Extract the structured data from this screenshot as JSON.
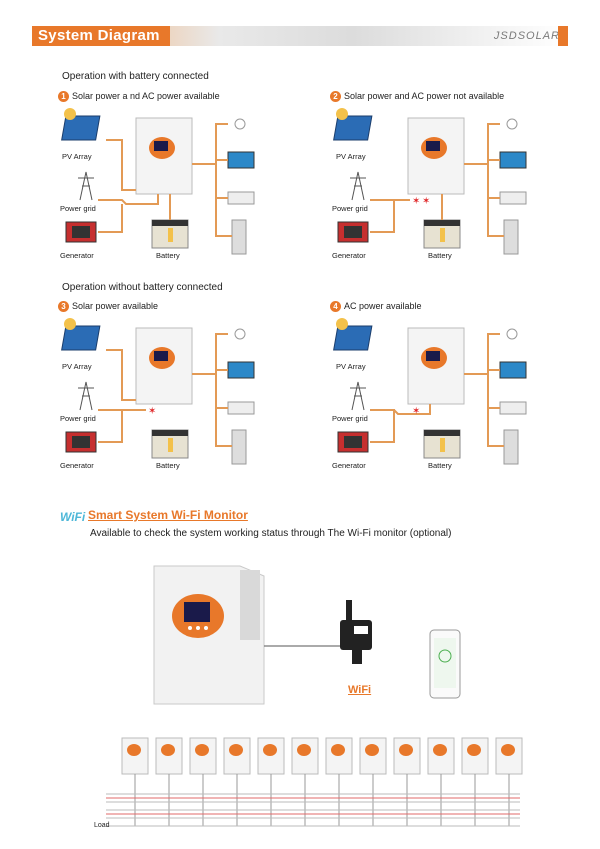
{
  "header": {
    "title": "System Diagram",
    "brand": "JSDSOLAR"
  },
  "sections": {
    "with_battery": "Operation with battery connected",
    "without_battery": "Operation without battery connected"
  },
  "quadrants": [
    {
      "number": "1",
      "title": "Solar power a nd AC power available",
      "labels": {
        "pv": "PV Array",
        "grid": "Power grid",
        "gen": "Generator",
        "battery": "Battery"
      }
    },
    {
      "number": "2",
      "title": "Solar power and AC power not available",
      "labels": {
        "pv": "PV Array",
        "grid": "Power grid",
        "gen": "Generator",
        "battery": "Battery"
      }
    },
    {
      "number": "3",
      "title": "Solar power available",
      "labels": {
        "pv": "PV Array",
        "grid": "Power grid",
        "gen": "Generator",
        "battery": "Battery"
      }
    },
    {
      "number": "4",
      "title": "AC power available",
      "labels": {
        "pv": "PV Array",
        "grid": "Power grid",
        "gen": "Generator",
        "battery": "Battery"
      }
    }
  ],
  "wifi": {
    "logo": "WiFi",
    "title": "Smart System Wi-Fi Monitor",
    "description": "Available to check the system working status through The Wi-Fi monitor (optional)",
    "caption": "WiFi"
  },
  "parallel": {
    "load_label": "Load"
  },
  "colors": {
    "accent": "#e8782a",
    "wire": "#e39a55",
    "wifi_blue": "#4db7d8"
  }
}
